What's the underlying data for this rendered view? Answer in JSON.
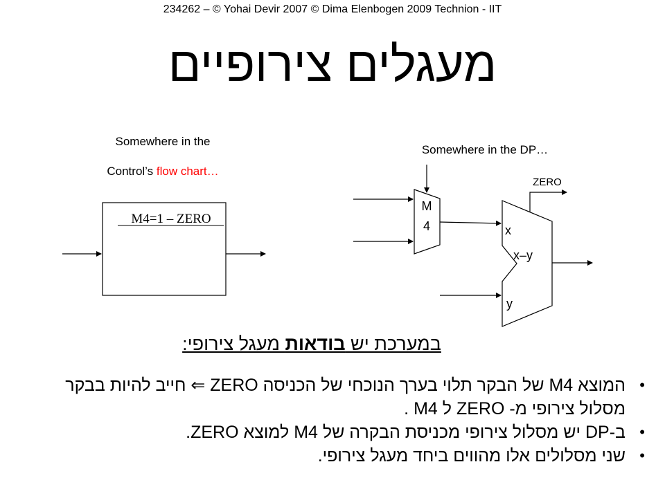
{
  "header": "234262 – © Yohai Devir 2007 © Dima Elenbogen 2009 Technion - IIT",
  "title": "מעגלים צירופיים",
  "control_caption": {
    "line1": "Somewhere in the",
    "line2_prefix": "Control’s ",
    "line2_highlight": "flow chart…"
  },
  "flowchart_box": {
    "label": "M4=1 – ZERO"
  },
  "dp_caption": "Somewhere in the DP…",
  "datapath": {
    "mux_label_line1": "M",
    "mux_label_line2": "4",
    "zero_label": "ZERO",
    "alu_x_label": "x",
    "alu_op_label": "x–y",
    "alu_y_label": "y"
  },
  "subheading": {
    "part1": "במערכת יש ",
    "part2_bold": "בודאות",
    "part3": " מעגל צירופי:"
  },
  "bullets": [
    "המוצא M4 של הבקר תלוי בערך הנוכחי של הכניסה ZERO ⇐ חייב להיות בבקר מסלול צירופי מ- ZERO ל M4 .",
    "ב-DP יש מסלול צירופי מכניסת הבקרה של M4 למוצא ZERO.",
    "שני מסלולים אלו מהווים ביחד מעגל צירופי."
  ],
  "colors": {
    "text": "#000000",
    "highlight": "#ff0000",
    "background": "#ffffff"
  }
}
